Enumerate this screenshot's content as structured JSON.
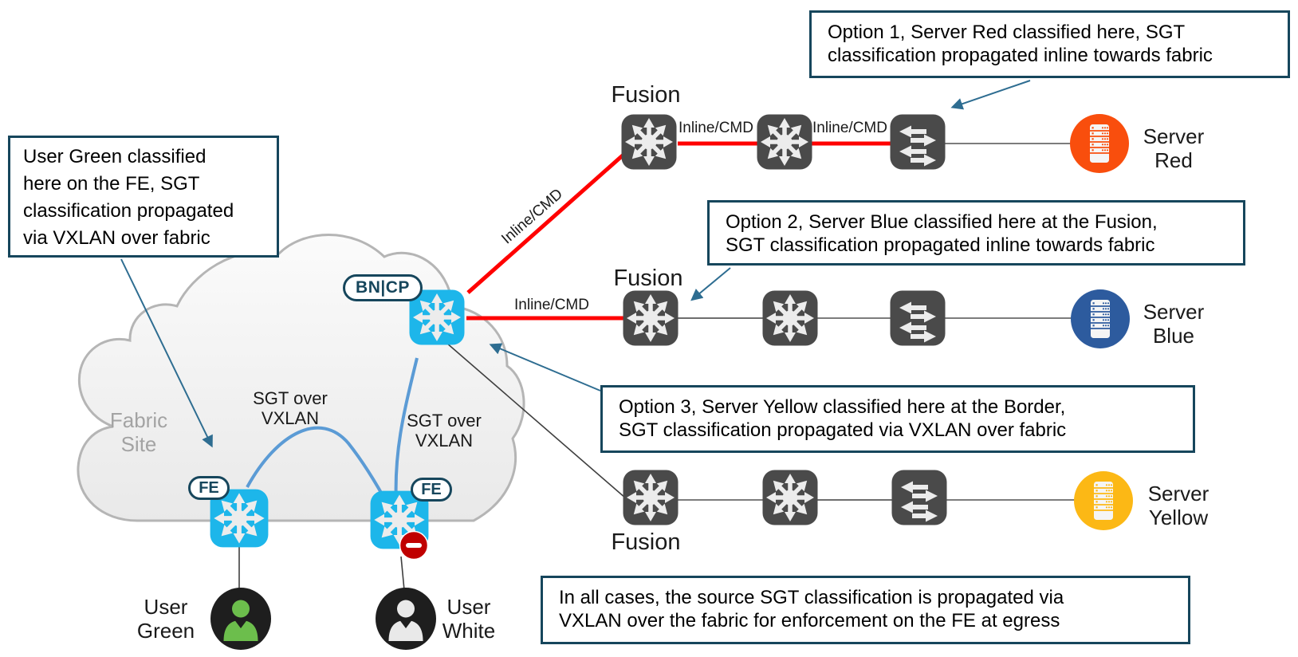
{
  "callouts": {
    "user_green": {
      "lines": [
        "User Green classified",
        "here on the FE, SGT",
        "classification propagated",
        "via VXLAN over fabric"
      ]
    },
    "option1": {
      "lines": [
        "Option 1, Server Red classified here, SGT",
        "classification propagated inline towards fabric"
      ]
    },
    "option2": {
      "lines": [
        "Option 2, Server Blue classified here at the Fusion,",
        "SGT classification propagated inline towards fabric"
      ]
    },
    "option3": {
      "lines": [
        "Option 3, Server Yellow classified here at the Border,",
        "SGT classification propagated via VXLAN over fabric"
      ]
    },
    "summary": {
      "lines": [
        "In all cases, the source SGT classification is propagated via",
        "VXLAN over the fabric for enforcement on the FE at egress"
      ]
    }
  },
  "labels": {
    "fabric_site": [
      "Fabric",
      "Site"
    ],
    "fusion": "Fusion",
    "inline_cmd": "Inline/CMD",
    "sgt_over_vxlan": [
      "SGT over",
      "VXLAN"
    ]
  },
  "badges": {
    "border_control_plane": "BN|CP",
    "fabric_edge": "FE"
  },
  "endpoints": {
    "server_red": {
      "label": [
        "Server",
        "Red"
      ],
      "color": "#f94e0d"
    },
    "server_blue": {
      "label": [
        "Server",
        "Blue"
      ],
      "color": "#2d5b9e"
    },
    "server_yellow": {
      "label": [
        "Server",
        "Yellow"
      ],
      "color": "#fcb815"
    },
    "user_green": {
      "label": [
        "User",
        "Green"
      ],
      "color": "#6cbe4c"
    },
    "user_white": {
      "label": [
        "User",
        "White"
      ],
      "color": "#e9e9e9"
    }
  },
  "colors": {
    "inline_link": "#ff0000",
    "vxlan_link": "#5b9bd5",
    "callout_border": "#16465c",
    "annotation_arrow": "#2e6d91",
    "fabric_node": "#1db6ea",
    "underlay_node": "#4a4a4a",
    "deny": "#c00000"
  },
  "icons": {
    "router": "multilayer-router-8-arrows",
    "switch": "switch-4-arrows",
    "server": "server-rack-circle",
    "user": "person-circle",
    "deny": "deny-minus-badge"
  }
}
